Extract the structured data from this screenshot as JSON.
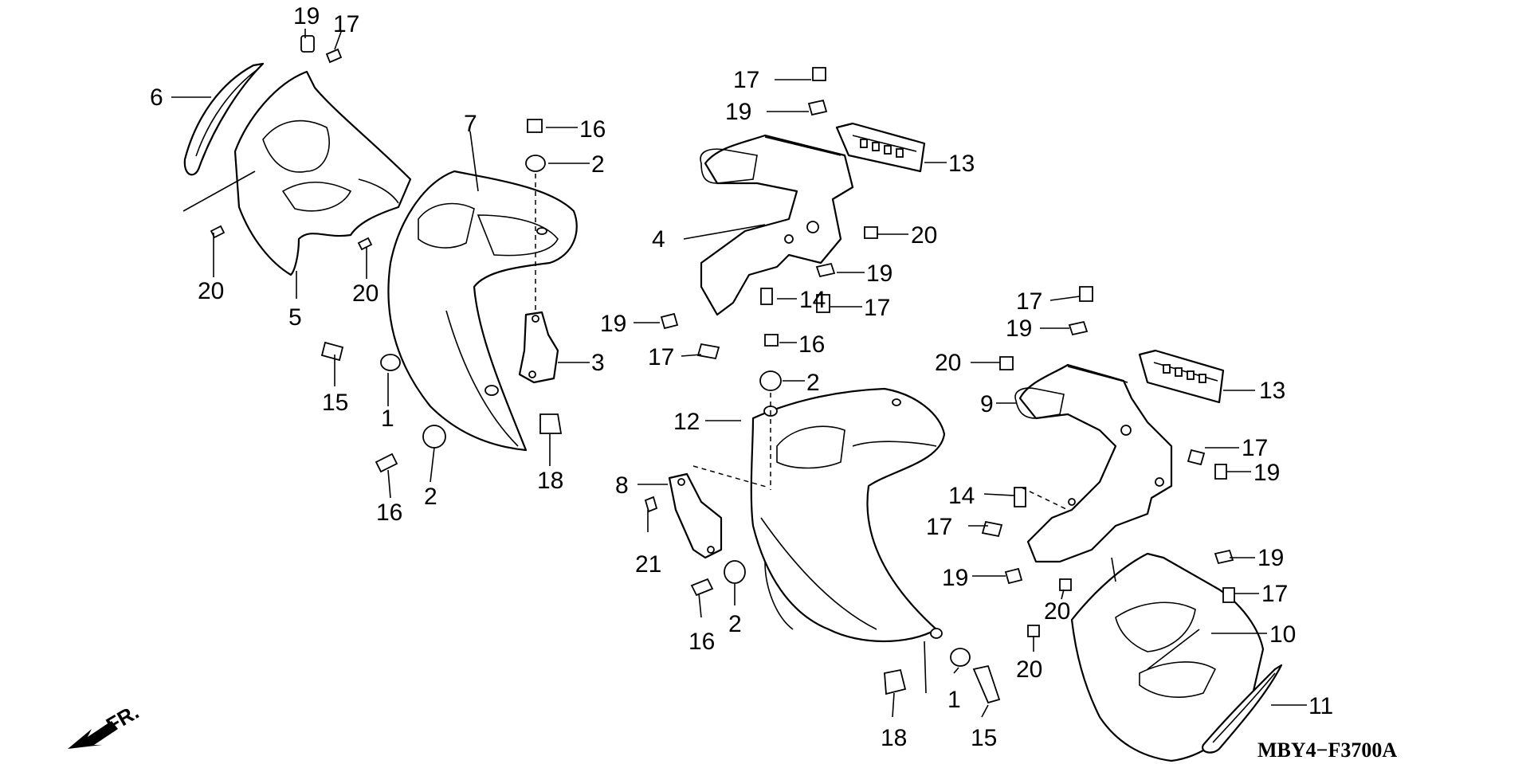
{
  "diagram_code": "MBY4−F3700A",
  "direction_label": "FR.",
  "callouts": {
    "c6": "6",
    "c19a": "19",
    "c17a": "17",
    "c7": "7",
    "c16a": "16",
    "c2a": "2",
    "c20a": "20",
    "c5": "5",
    "c20b": "20",
    "c15a": "15",
    "c1a": "1",
    "c3": "3",
    "c16b": "16",
    "c2b": "2",
    "c18a": "18",
    "c17b": "17",
    "c19b": "19",
    "c13a": "13",
    "c4": "4",
    "c20c": "20",
    "c19c": "19",
    "c14a": "14",
    "c17c": "17",
    "c19d": "19",
    "c17d": "17",
    "c16c": "16",
    "c2c": "2",
    "c12": "12",
    "c8": "8",
    "c21": "21",
    "c16d": "16",
    "c2d": "2",
    "c18b": "18",
    "c1b": "1",
    "c15b": "15",
    "c17e": "17",
    "c19e": "19",
    "c20d": "20",
    "c9": "9",
    "c13b": "13",
    "c17f": "17",
    "c19f": "19",
    "c14b": "14",
    "c17g": "17",
    "c19g": "19",
    "c20e": "20",
    "c20f": "20",
    "c19h": "19",
    "c17h": "17",
    "c10": "10",
    "c11": "11"
  }
}
